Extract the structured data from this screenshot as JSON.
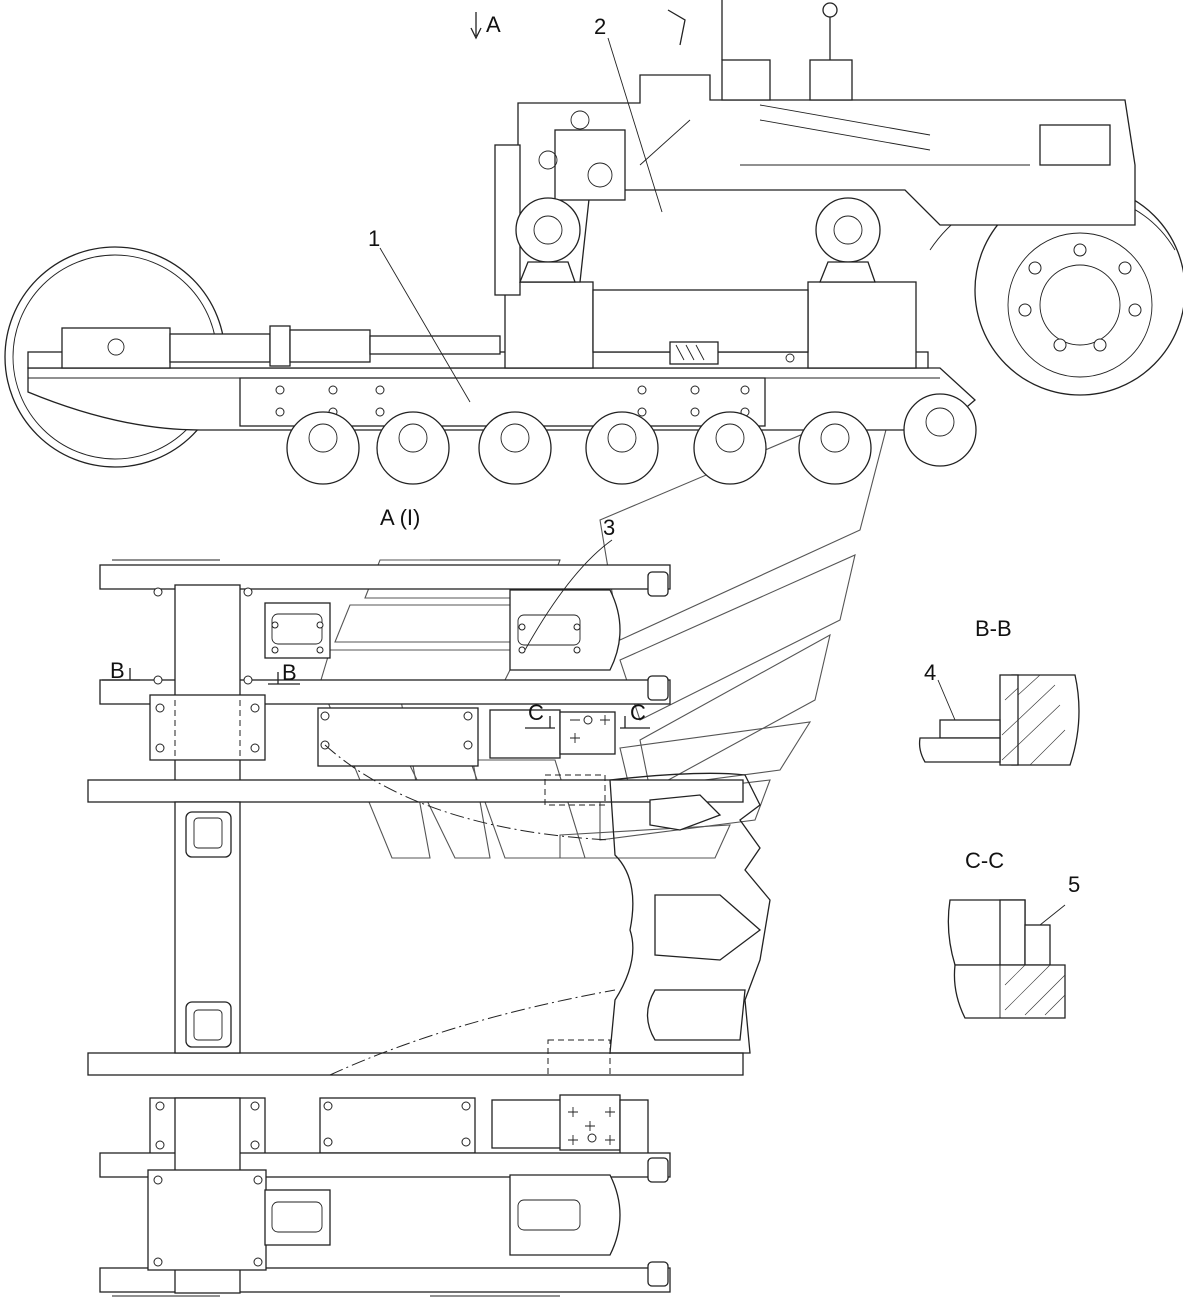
{
  "labels": {
    "view_arrow": "A",
    "part_1": "1",
    "part_2": "2",
    "part_3": "3",
    "part_4": "4",
    "part_5": "5",
    "view_a_title": "A (I)",
    "section_bb_title": "B-B",
    "section_cc_title": "C-C",
    "section_b_left": "B",
    "section_b_right": "B",
    "section_c_left": "C",
    "section_c_right": "C"
  },
  "icons": {
    "view_direction": "arrow-down-icon",
    "section_marker": "section-cut-marker-icon"
  },
  "colors": {
    "line": "#222222",
    "background": "#ffffff"
  }
}
